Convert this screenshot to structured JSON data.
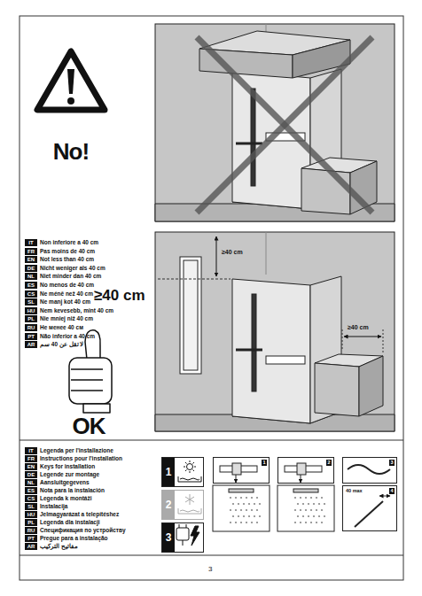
{
  "diagram": {
    "nodes": [
      {
        "text": [
          "1"
        ]
      },
      {
        "text": [
          "2"
        ]
      },
      {
        "text": [
          "3"
        ]
      },
      {
        "text": [
          "1"
        ]
      },
      {
        "text": [
          "2"
        ]
      },
      {
        "text": [
          "3"
        ]
      },
      {
        "text": [
          "4"
        ]
      }
    ],
    "labels": [
      "No!",
      "≥40 cm",
      "OK",
      "≥40 cm",
      "≥40 cm",
      "IT",
      "Non inferiore a 40 cm",
      "FR",
      "Pas moins de 40 cm",
      "EN",
      "Not less than 40 cm",
      "DE",
      "Nicht weniger als 40 cm",
      "NL",
      "Niet minder dan 40 cm",
      "ES",
      "No menos de 40 cm",
      "CS",
      "Ne méně než 40 cm",
      "SL",
      "Ne manj kot 40 cm",
      "HU",
      "Nem kevesebb, mint 40 cm",
      "PL",
      "Nie mniej niż 40 cm",
      "RU",
      "Не менее 40 см",
      "PT",
      "Não inferior a 40 cm",
      "AR",
      "لا تقل عن 40 سم",
      "IT",
      "Legenda per l'installazione",
      "FR",
      "Instructions pour l'installation",
      "EN",
      "Keys for installation",
      "DE",
      "Legende zur montage",
      "NL",
      "Aansluitgegevens",
      "ES",
      "Nota para la instalación",
      "CS",
      "Legenda k montáži",
      "SL",
      "Instalacija",
      "HU",
      "Jelmagyarázat a telepítéshez",
      "PL",
      "Legenda dla instalacji",
      "RU",
      "Спецификация по устройству",
      "PT",
      "Pregue para a instalação",
      "AR",
      "مفاتيح التركيب",
      "40 max",
      "3"
    ]
  }
}
